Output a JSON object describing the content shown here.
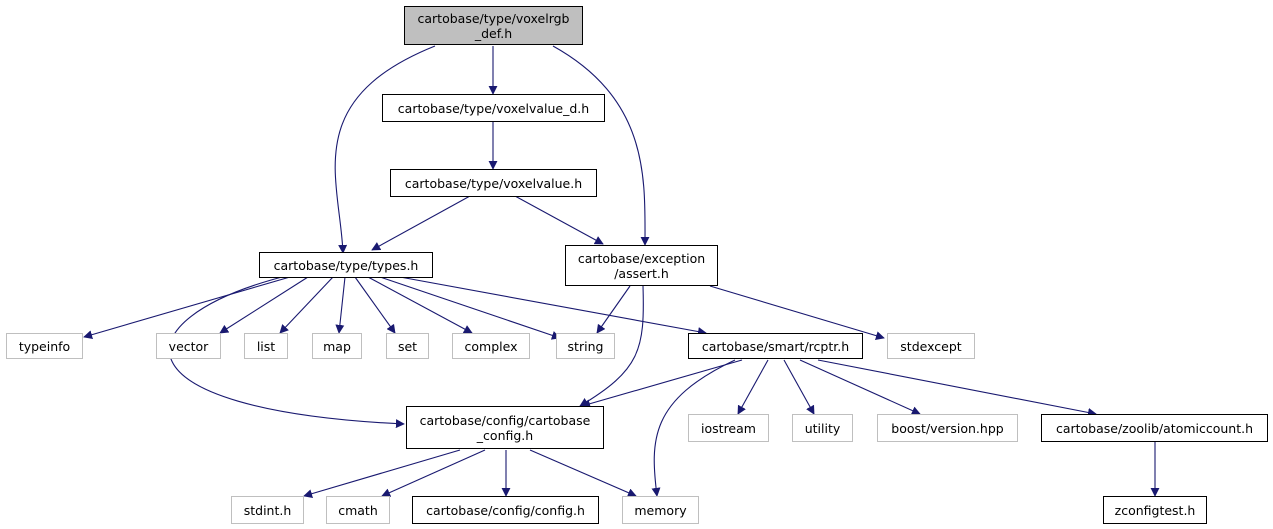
{
  "diagram": {
    "colors": {
      "edge": "#191970",
      "node_border": "#000000",
      "external_border": "#bfbfbf",
      "root_fill": "#bfbfbf"
    },
    "nodes": {
      "voxelrgb_def": "cartobase/type/voxelrgb\n_def.h",
      "voxelvalue_d": "cartobase/type/voxelvalue_d.h",
      "voxelvalue": "cartobase/type/voxelvalue.h",
      "types": "cartobase/type/types.h",
      "assert": "cartobase/exception\n/assert.h",
      "typeinfo": "typeinfo",
      "vector": "vector",
      "list": "list",
      "map": "map",
      "set": "set",
      "complex": "complex",
      "string": "string",
      "rcptr": "cartobase/smart/rcptr.h",
      "stdexcept": "stdexcept",
      "cartobase_config": "cartobase/config/cartobase\n_config.h",
      "iostream": "iostream",
      "utility": "utility",
      "boost_version": "boost/version.hpp",
      "atomiccount": "cartobase/zoolib/atomiccount.h",
      "stdint": "stdint.h",
      "cmath": "cmath",
      "config": "cartobase/config/config.h",
      "memory": "memory",
      "zconfigtest": "zconfigtest.h"
    }
  }
}
